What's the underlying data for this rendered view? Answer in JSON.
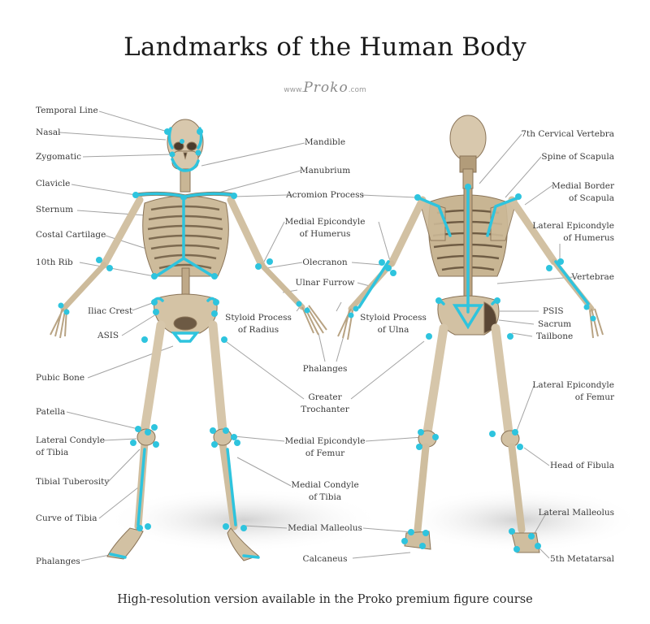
{
  "header": {
    "title": "Landmarks of the Human Body",
    "site_prefix": "www.",
    "site_brand": "Proko",
    "site_suffix": ".com"
  },
  "footer": {
    "text": "High-resolution version available in the Proko premium figure course"
  },
  "colors": {
    "landmark": "#2ec4de",
    "bone": "#d9cbb3",
    "bone_shadow": "#8a7560",
    "leader_line": "#9a9a9a",
    "text": "#3a3a3a"
  },
  "front_view": {
    "left_labels": [
      "Temporal Line",
      "Nasal",
      "Zygomatic",
      "Clavicle",
      "Sternum",
      "Costal Cartilage",
      "10th Rib",
      "Iliac Crest",
      "ASIS",
      "Pubic Bone",
      "Patella",
      "Lateral Condyle\nof Tibia",
      "Tibial Tuberosity",
      "Curve of Tibia",
      "Phalanges"
    ],
    "right_labels": [
      "Mandible",
      "Manubrium",
      "Acromion Process",
      "Medial Epicondyle\nof Humerus",
      "Olecranon",
      "Ulnar Furrow",
      "Styloid Process\nof Radius",
      "Phalanges",
      "Greater\nTrochanter",
      "Medial Epicondyle\nof Femur",
      "Medial Condyle\nof Tibia",
      "Medial Malleolus",
      "Calcaneus"
    ]
  },
  "back_view": {
    "left_labels": [
      "Styloid Process\nof Ulna"
    ],
    "right_labels": [
      "7th Cervical Vertebra",
      "Spine of Scapula",
      "Medial Border\nof Scapula",
      "Lateral Epicondyle\nof Humerus",
      "Vertebrae",
      "PSIS",
      "Sacrum",
      "Tailbone",
      "Lateral Epicondyle\nof Femur",
      "Head of Fibula",
      "Lateral Malleolus",
      "5th Metatarsal"
    ]
  }
}
